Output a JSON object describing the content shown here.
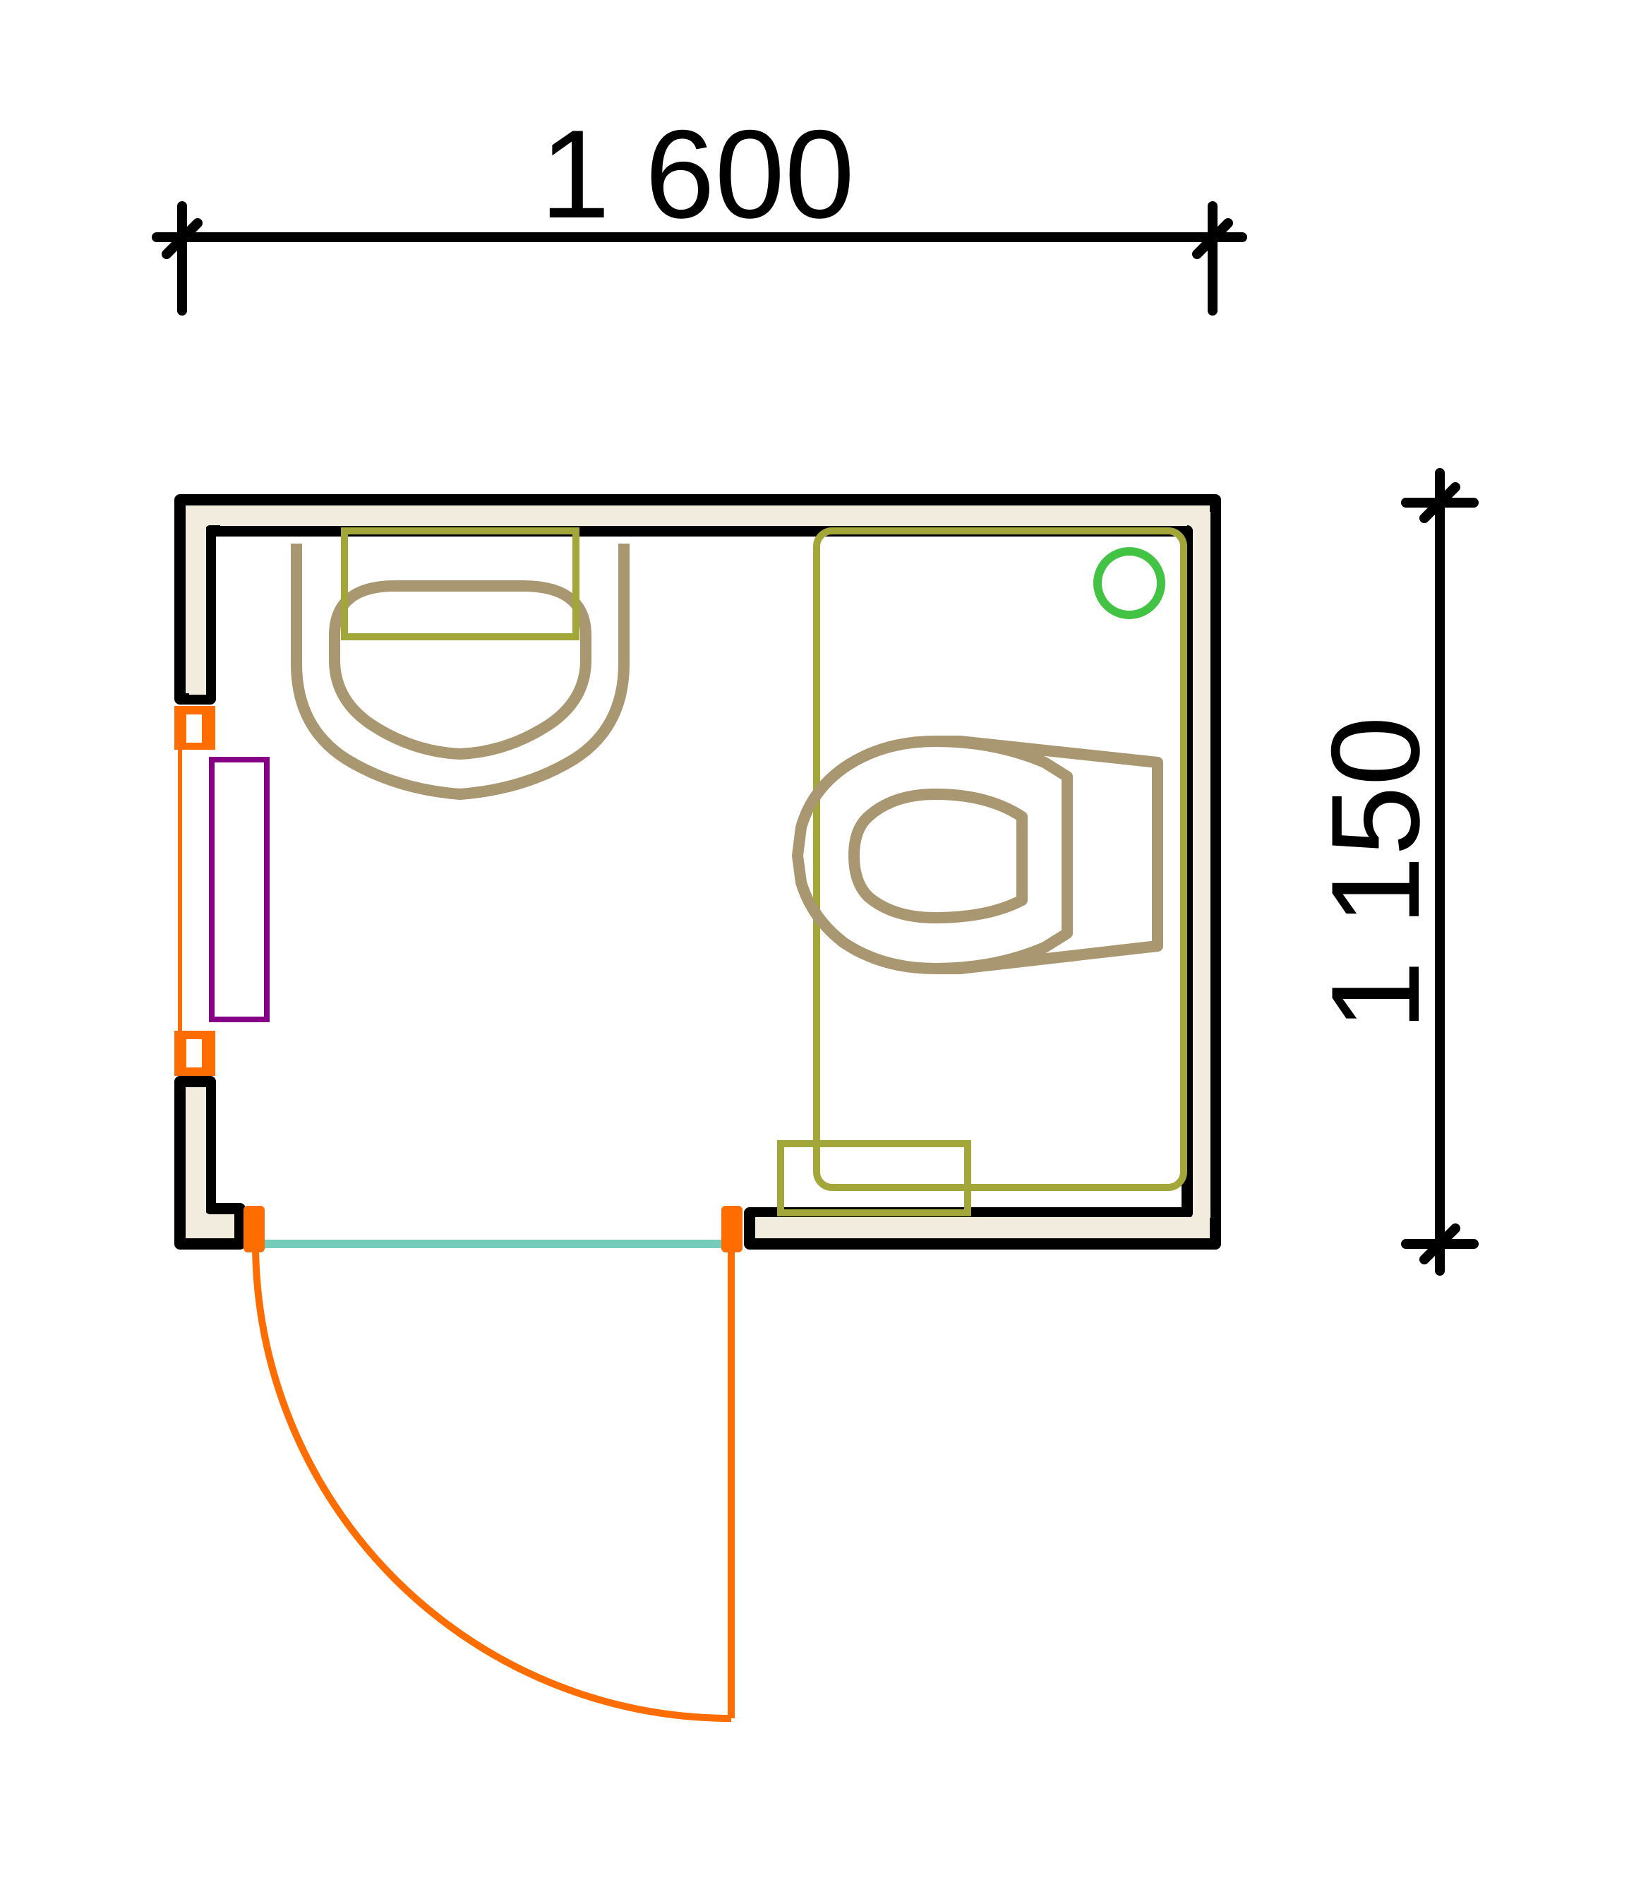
{
  "dimensions": {
    "width_label": "1 600",
    "height_label": "1 150"
  },
  "colors": {
    "wall": "#000000",
    "wall_fill": "#f1ecdd",
    "fixture": "#a89770",
    "fixture_zone": "#a3a638",
    "door": "#ff6d00",
    "threshold": "#75ccba",
    "radiator": "#850085",
    "drain": "#43c343"
  },
  "fixtures": [
    "washbasin",
    "toilet",
    "shower-tray",
    "drain",
    "radiator",
    "window",
    "door"
  ]
}
